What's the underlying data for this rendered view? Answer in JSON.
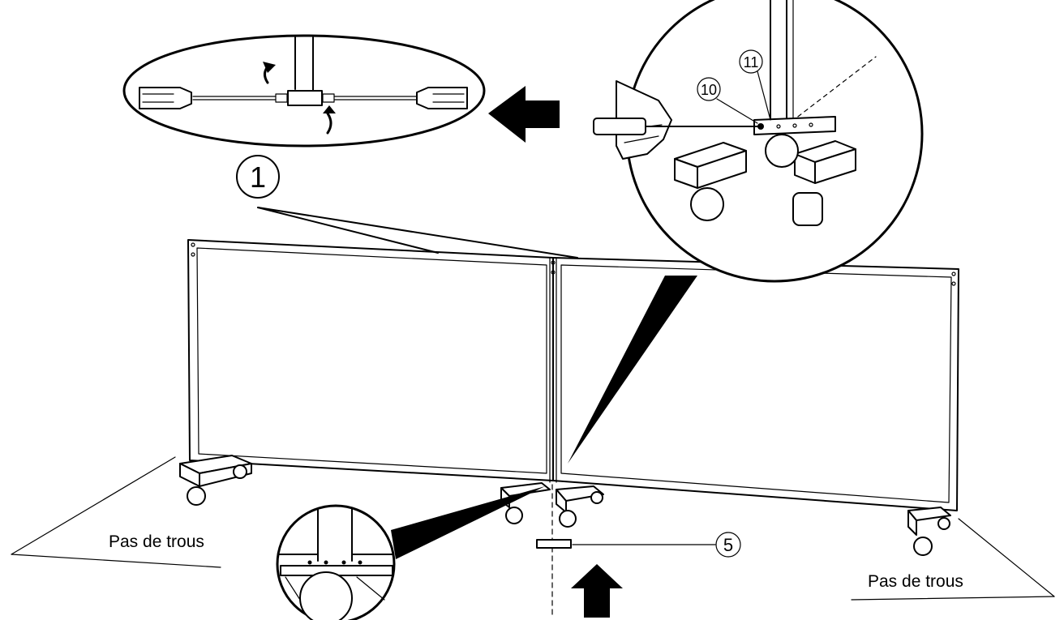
{
  "labels": {
    "note_left": "Pas de trous",
    "note_right": "Pas de trous",
    "callout_1": "1",
    "callout_5": "5",
    "callout_10": "10",
    "callout_11": "11"
  },
  "colors": {
    "ink": "#000000",
    "paper": "#ffffff"
  }
}
